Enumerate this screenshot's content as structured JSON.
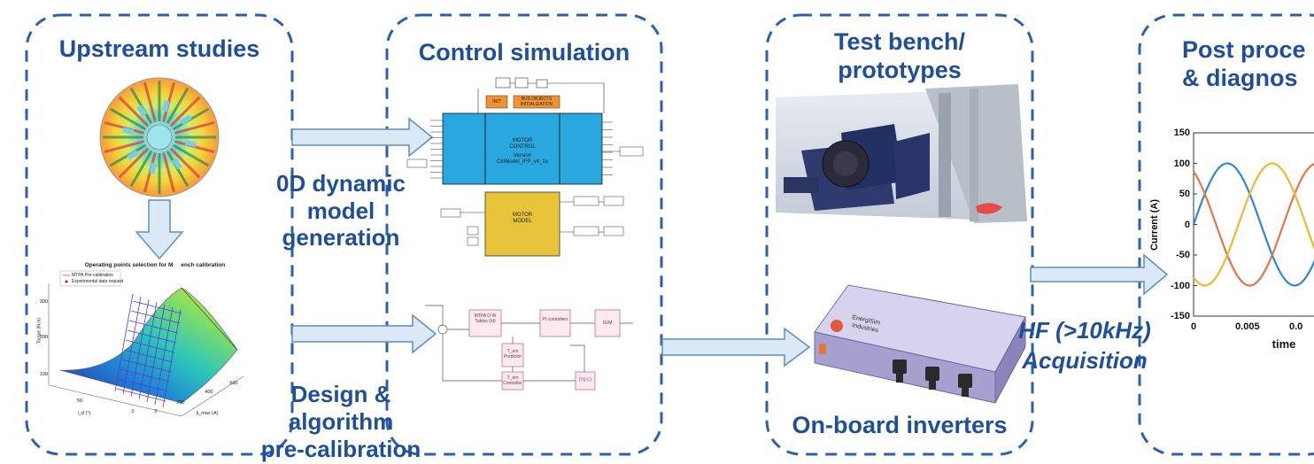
{
  "panels": {
    "upstream": {
      "title": "Upstream studies"
    },
    "control": {
      "title": "Control simulation"
    },
    "testbench": {
      "title_line1": "Test bench/",
      "title_line2": "prototypes",
      "bottom_label": "On-board inverters"
    },
    "post": {
      "title_line1": "Post proce",
      "title_line2": "& diagnos"
    }
  },
  "flow_labels": {
    "dynamic_model": [
      "0D dynamic",
      "model",
      "generation"
    ],
    "design": [
      "Design &",
      "algorithm",
      "pre-calibration"
    ],
    "acquisition": [
      "HF (>10kHz)",
      "Acquisition"
    ]
  },
  "simulink": {
    "motor_control": [
      "MOTOR",
      "CONTROL",
      "Version",
      "CtrlModel_IFP_v4_1a"
    ],
    "motor_model": [
      "MOTOR",
      "MODEL"
    ],
    "orange_tags": [
      "INIT",
      "BUS OBJECTS",
      "INITIALIZATION"
    ]
  },
  "surface_plot": {
    "title": "Operating points selection for M     ench calibration",
    "legend": [
      "MTPA Pre-calibration",
      "Experimental data request"
    ],
    "ylabel": "Torque (N.m)",
    "y_ticks": [
      "300",
      "200",
      "100"
    ],
    "x_ticks_right": [
      "600",
      "400",
      "200",
      "0"
    ],
    "x_ticks_left": [
      "50",
      "0"
    ],
    "xlabel_left": "i_d (°)",
    "xlabel_right": "|i_max (A)"
  },
  "control_diagram": {
    "blocks": [
      "MTPA D-W Tables (Id)",
      "PI controllers",
      "SVM",
      "T_em Predictor",
      "T_em Controller",
      "(½)·(.)"
    ]
  },
  "inverter": {
    "brand_line1": "EnergiSim",
    "brand_line2": "Industries"
  },
  "chart_data": {
    "type": "line",
    "ylabel": "Current (A)",
    "xlabel": "time",
    "y_ticks": [
      150,
      100,
      50,
      0,
      -50,
      -100,
      -150
    ],
    "x_ticks": [
      "0",
      "0.005",
      "0.0"
    ],
    "ylim": [
      -150,
      150
    ],
    "xlim": [
      0,
      0.0115
    ],
    "series": [
      {
        "color": "#2e86de",
        "amplitude": 100,
        "phase_deg": 0
      },
      {
        "color": "#e8734a",
        "amplitude": 100,
        "phase_deg": 120
      },
      {
        "color": "#f0b82a",
        "amplitude": 100,
        "phase_deg": 240
      }
    ],
    "period": 0.0125
  },
  "colors": {
    "accent": "#1f4e9a",
    "arrow_fill": "#dbe9f7",
    "arrow_stroke": "#5c8dc4",
    "simulink_blue": "#29a8df",
    "simulink_yellow": "#e8c43a",
    "orange": "#f39233"
  }
}
